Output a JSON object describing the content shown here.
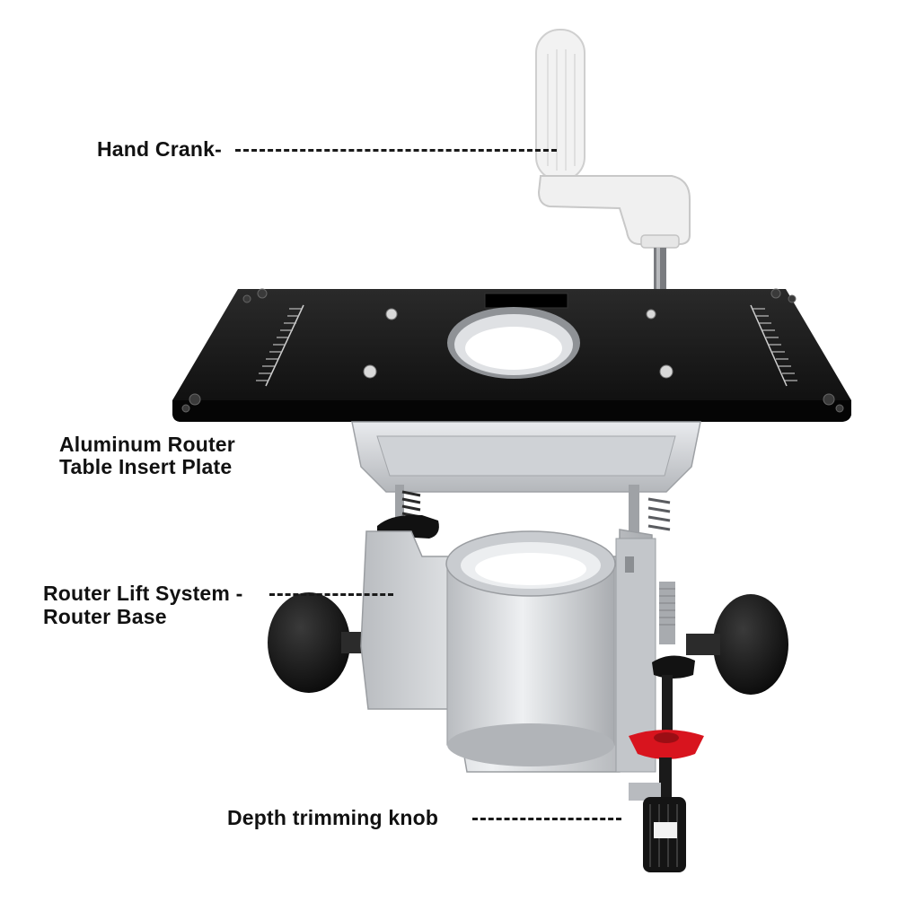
{
  "labels": {
    "hand_crank": "Hand Crank-",
    "insert_plate_line1": "Aluminum Router",
    "insert_plate_line2": "Table Insert Plate",
    "lift_system_line1": "Router Lift System -",
    "lift_system_line2": "Router Base",
    "depth_knob": "Depth trimming knob"
  },
  "colors": {
    "plate": "#141414",
    "aluminum": "#d4d6d9",
    "handle_white": "#f1f1f1",
    "knob_black": "#121212",
    "accent_red": "#d8141e"
  },
  "icons": {
    "crank": "hand-crank-illustration",
    "plate": "insert-plate-illustration",
    "base": "router-base-illustration",
    "knob": "depth-knob-illustration"
  }
}
